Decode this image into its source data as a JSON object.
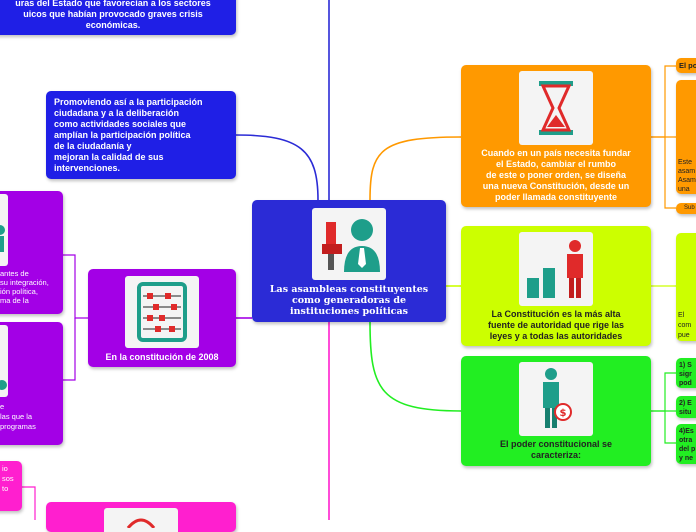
{
  "center": {
    "title": "Las asambleas constituyentes\ncomo generadoras de\ninstituciones políticas"
  },
  "top_left": {
    "text": "uras del Estado que favorecían a los sectores\nuicos que habían provocado graves crisis\neconómicas."
  },
  "left_blue": {
    "text": "Promoviendo así a la participación\nciudadana y a la deliberación\ncomo actividades sociales que\namplían la participación política\nde la ciudadanía y\nmejoran la calidad de sus\nintervenciones."
  },
  "left_purple": {
    "title": "En la constitución de 2008",
    "child_a": "antes de\nsu integración,\nión política,\nma de la",
    "child_b": "e\nlas que la\nprogramas"
  },
  "left_pink": {
    "small": "io\nsos\nto"
  },
  "right_orange": {
    "text": "Cuando en un país necesita fundar\nel Estado, cambiar el rumbo\nde este o poner orden, se diseña\nuna nueva Constitución, desde un\npoder llamada constituyente",
    "child_top": "El po",
    "child_mid": "Este\nasam\nAsam\nuna",
    "child_bottom": "Sub"
  },
  "right_lime": {
    "text": "La Constitución es la más alta\nfuente de autoridad que rige las\nleyes y a todas las autoridades",
    "child": "El\ncom\npue"
  },
  "right_green": {
    "text": "El poder constitucional se\ncaracteriza:",
    "child_1": "1) S\nsigr\npod",
    "child_2": "2) E\nsitu",
    "child_3": "4)Es\notra\ndel p\ny ne"
  },
  "colors": {
    "center": "#2b2bd6",
    "blue": "#1f1fe6",
    "purple": "#a300e6",
    "magenta": "#ff1fcf",
    "orange": "#ff9900",
    "lime": "#ccff00",
    "green": "#22ee22"
  },
  "icons": {
    "center": "business-person-icon",
    "abacus": "abacus-icon",
    "hourglass": "hourglass-icon",
    "bar_chart": "growth-chart-businessman-icon",
    "money": "businessman-money-icon"
  }
}
